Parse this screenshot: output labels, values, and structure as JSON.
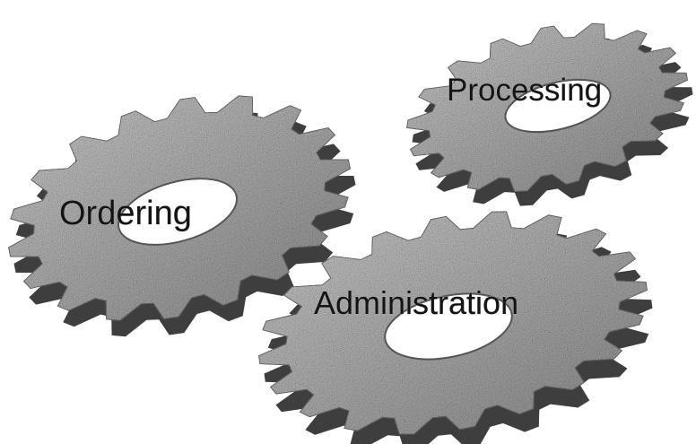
{
  "gears": [
    {
      "id": "ordering",
      "label": "Ordering"
    },
    {
      "id": "processing",
      "label": "Processing"
    },
    {
      "id": "administration",
      "label": "Administration"
    }
  ],
  "colors": {
    "gear_face": "#9b9b9b",
    "gear_face_light": "#c4c4c4",
    "gear_side": "#3e3e3e",
    "hole": "#ffffff",
    "label": "#141414",
    "background": "#ffffff"
  }
}
